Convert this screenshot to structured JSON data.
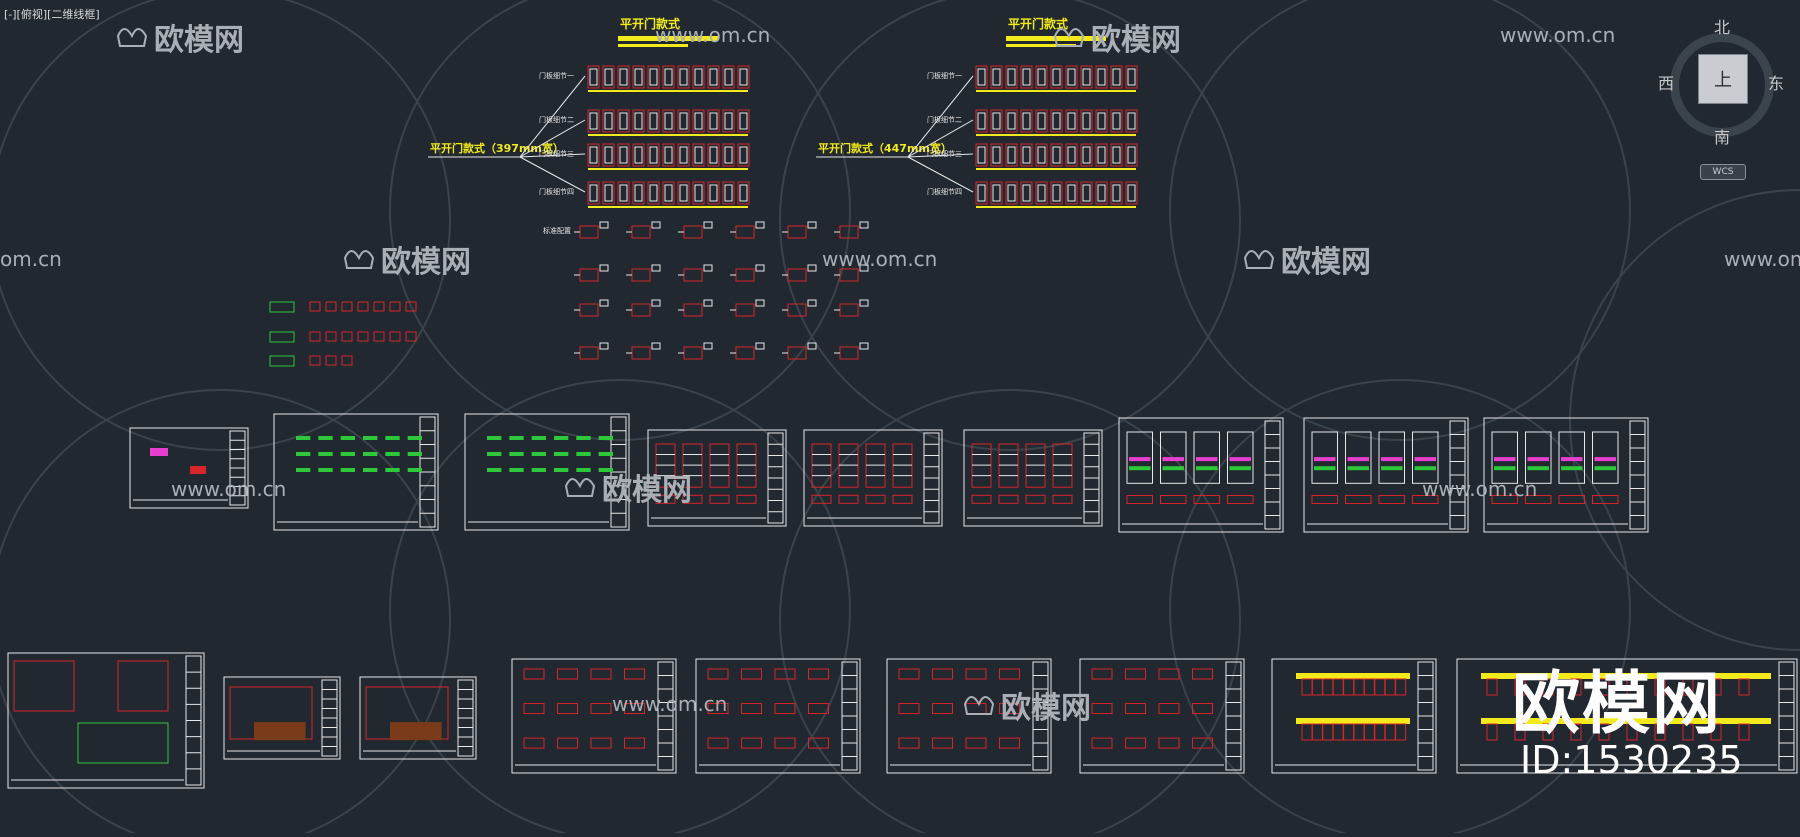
{
  "viewport": {
    "label": "[-][俯视][二维线框]"
  },
  "view_cube": {
    "north": "北",
    "south": "南",
    "east": "东",
    "west": "西",
    "face": "上",
    "ucs": "WCS"
  },
  "drawing": {
    "block_a": {
      "header": "平开门款式",
      "label": "平开门款式（397mm宽）",
      "rows": [
        "门板细节一",
        "门板细节二",
        "门板细节三",
        "门板细节四"
      ]
    },
    "block_b": {
      "header": "平开门款式",
      "label": "平开门款式（447mm宽）",
      "rows": [
        "门板细节一",
        "门板细节二",
        "门板细节三",
        "门板细节四"
      ]
    },
    "detail_label": "标准配置"
  },
  "watermarks": {
    "logo_text": "欧模网",
    "url_text": "www.om.cn",
    "url_partial": "om.cn",
    "big_text": "欧模网",
    "id_text": "ID:1530235"
  },
  "colors": {
    "background": "#212830",
    "line_red": "#d8252a",
    "line_yellow": "#f2ea1a",
    "line_white": "#e8e8e8",
    "line_green": "#2ec93a",
    "line_magenta": "#e73fd0",
    "watermark": "#a9afb5"
  }
}
